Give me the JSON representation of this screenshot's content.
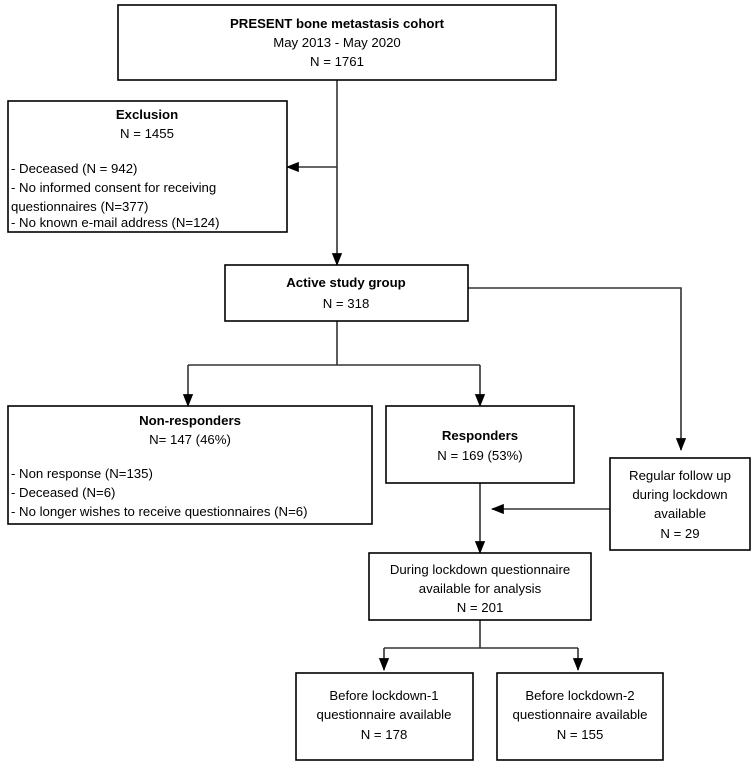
{
  "diagram": {
    "title": "PRESENT bone metastasis cohort flow diagram",
    "type": "flowchart",
    "line_color": "#333333",
    "box_border_color": "#000000",
    "background_color": "#ffffff"
  },
  "nodes": {
    "cohort": {
      "heading": "PRESENT bone metastasis cohort",
      "period": "May 2013 - May 2020",
      "count": "N = 1761"
    },
    "exclusion": {
      "heading": "Exclusion",
      "count": "N = 1455",
      "reasons": [
        "- Deceased (N = 942)",
        "- No informed consent for receiving",
        "questionnaires (N=377)",
        "- No known e-mail address (N=124)"
      ]
    },
    "active_group": {
      "heading": "Active study group",
      "count": "N = 318"
    },
    "non_responders": {
      "heading": "Non-responders",
      "count": "N= 147 (46%)",
      "reasons": [
        "- Non response (N=135)",
        "- Deceased (N=6)",
        "- No longer wishes to receive questionnaires (N=6)"
      ]
    },
    "responders": {
      "heading": "Responders",
      "count": "N = 169 (53%)"
    },
    "regular_followup": {
      "line1": "Regular follow up",
      "line2": "during lockdown",
      "line3": "available",
      "count": "N = 29"
    },
    "during_lockdown": {
      "line1": "During lockdown questionnaire",
      "line2": "available for analysis",
      "count": "N = 201"
    },
    "before_lockdown_1": {
      "line1": "Before lockdown-1",
      "line2": "questionnaire available",
      "count": "N = 178"
    },
    "before_lockdown_2": {
      "line1": "Before lockdown-2",
      "line2": "questionnaire available",
      "count": "N = 155"
    }
  }
}
